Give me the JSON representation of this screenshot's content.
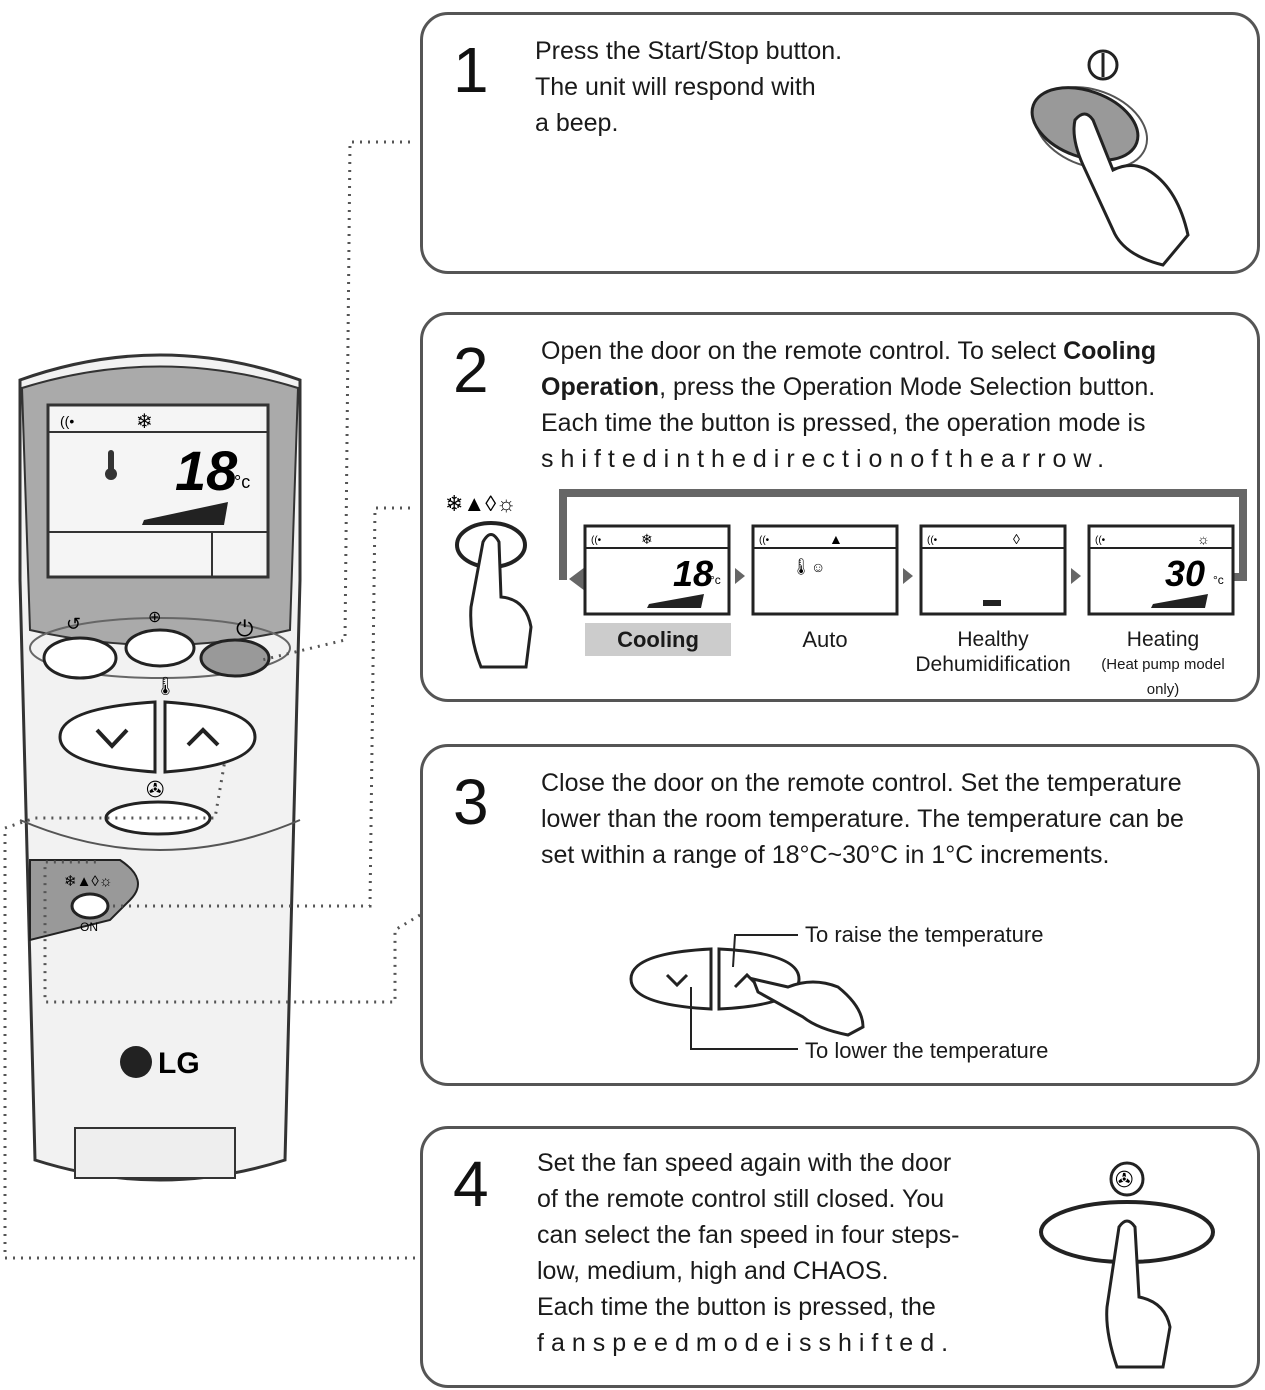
{
  "steps": [
    {
      "number": "1",
      "lines": [
        "Press the Start/Stop button.",
        "The unit will respond with",
        "a beep."
      ]
    },
    {
      "number": "2",
      "line1_pre": "Open the door on the remote control. To select ",
      "line1_bold": "Cooling",
      "line2_bold": "Operation",
      "line2_post": ", press the Operation Mode Selection button.",
      "line3": "Each time the button is pressed, the operation mode is",
      "line4": "shiftedinthedirectionofthearrow."
    },
    {
      "number": "3",
      "lines": [
        "Close the door on the remote control. Set the temperature",
        "lower than the room temperature. The temperature can be",
        "set within a range of 18°C~30°C in 1°C increments."
      ]
    },
    {
      "number": "4",
      "lines": [
        "Set the fan speed again with the door",
        "of the remote control still closed. You",
        "can select the fan speed in four steps-",
        "low, medium, high and CHAOS.",
        "Each time the button is pressed, the",
        "fanspeedmodeisshifted."
      ]
    }
  ],
  "modes": [
    {
      "label": "Cooling"
    },
    {
      "label": "Auto"
    },
    {
      "label": "Healthy",
      "label2": "Dehumidification"
    },
    {
      "label": "Heating",
      "label2": "(Heat pump model only)"
    }
  ],
  "temp_callouts": {
    "raise": "To raise the temperature",
    "lower": "To lower the temperature"
  },
  "lcd": {
    "main_temp": "18",
    "cooling_temp": "18",
    "heating_temp": "30",
    "unit": "°c"
  },
  "remote": {
    "brand": "LG",
    "on_label": "ON"
  }
}
